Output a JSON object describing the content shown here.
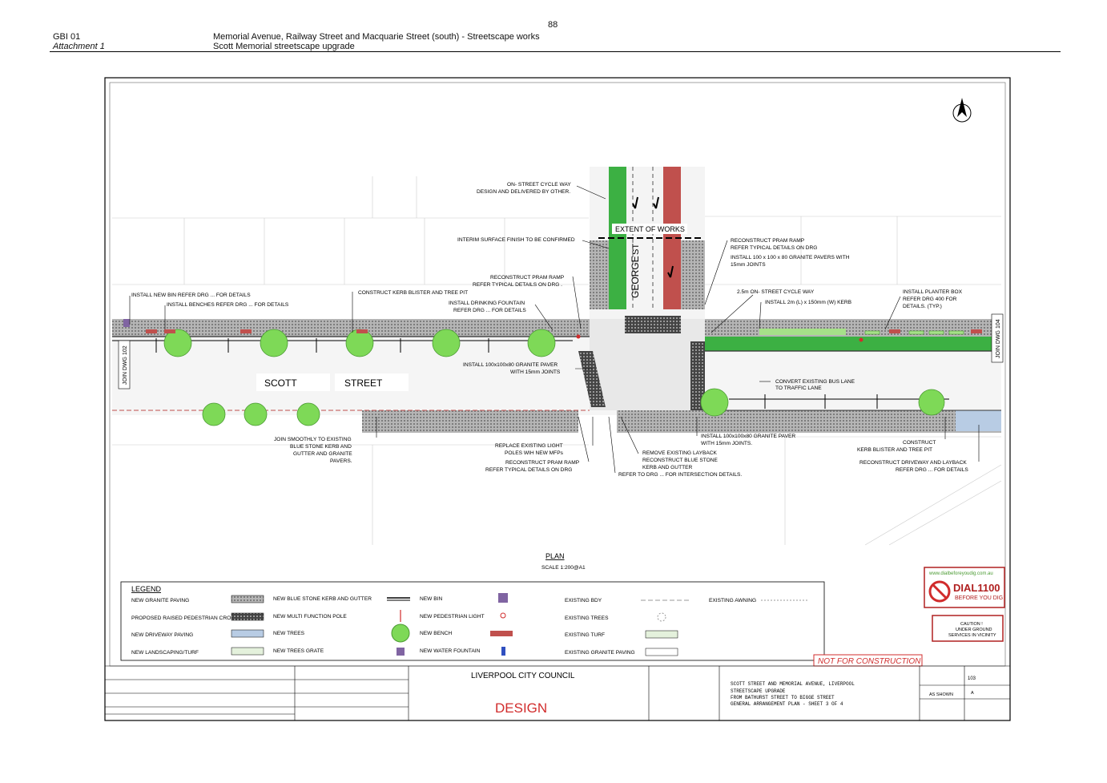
{
  "page_number": "88",
  "header": {
    "code": "GBI 01",
    "attachment": "Attachment 1",
    "title_line1": "Memorial Avenue, Railway Street and Macquarie Street (south) - Streetscape works",
    "title_line2": "Scott Memorial streetscape upgrade"
  },
  "streets": {
    "scott": "SCOTT",
    "street": "STREET",
    "george": "GEORGE",
    "st": "ST"
  },
  "join_left": "JOIN DWG 102",
  "join_right": "JOIN DWG 104",
  "extent": "EXTENT OF WORKS",
  "callouts": {
    "cycle_other_1": "ON- STREET CYCLE WAY",
    "cycle_other_2": "DESIGN AND DELIVERED BY OTHER.",
    "interim": "INTERIM SURFACE FINISH TO BE CONFIRMED",
    "pram_top_1": "RECONSTRUCT PRAM RAMP",
    "pram_top_2": "REFER TYPICAL DETAILS ON DRG",
    "pavers_top_1": "INSTALL 100 x 100 x 80 GRANITE PAVERS WITH",
    "pavers_top_2": "15mm JOINTS",
    "kerb_blister": "CONSTRUCT KERB BLISTER AND TREE PIT",
    "pram_mid_1": "RECONSTRUCT PRAM RAMP",
    "pram_mid_2": "REFER TYPICAL DETAILS ON DRG .",
    "fountain_1": "INSTALL DRINKING FOUNTAIN",
    "fountain_2": "REFER DRG ... FOR DETAILS",
    "bin": "INSTALL NEW BIN REFER DRG ... FOR DETAILS",
    "benches": "INSTALL BENCHES REFER DRG ... FOR DETAILS",
    "cycle_25": "2.5m ON- STREET CYCLE WAY",
    "kerb_2m": "INSTALL 2m (L) x 150mm (W) KERB",
    "planter_1": "INSTALL PLANTER BOX",
    "planter_2": "REFER DRG 400 FOR",
    "planter_3": "DETAILS. (TYP.)",
    "paver_left_1": "INSTALL 100x100x80 GRANITE PAVER",
    "paver_left_2": "WITH 15mm JOINTS",
    "bus_lane_1": "CONVERT EXISTING BUS LANE",
    "bus_lane_2": "TO TRAFFIC LANE",
    "join_smooth_1": "JOIN SMOOTHLY TO EXISTING",
    "join_smooth_2": "BLUE STONE KERB AND",
    "join_smooth_3": "GUTTER AND GRANITE",
    "join_smooth_4": "PAVERS.",
    "light_1": "REPLACE EXISTING LIGHT",
    "light_2": "POLES WIH NEW MFPs",
    "pram_bot_1": "RECONSTRUCT PRAM RAMP",
    "pram_bot_2": "REFER TYPICAL DETAILS ON DRG",
    "layback_1": "REMOVE EXISTING LAYBACK",
    "layback_2": "RECONSTRUCT BLUE STONE",
    "layback_3": "KERB AND GUTTER",
    "intersection": "REFER TO DRG ... FOR INTERSECTION DETAILS.",
    "paver_bot_1": "INSTALL 100x100x80 GRANITE PAVER",
    "paver_bot_2": "WITH 15mm JOINTS.",
    "blister_r_1": "CONSTRUCT",
    "blister_r_2": "KERB BLISTER AND TREE PIT",
    "driveway_1": "RECONSTRUCT DRIVEWAY AND LAYBACK",
    "driveway_2": "REFER DRG ... FOR DETAILS"
  },
  "plan": {
    "title": "PLAN",
    "scale": "SCALE 1:200@A1"
  },
  "legend": {
    "title": "LEGEND",
    "col1": [
      "NEW GRANITE PAVING",
      "PROPOSED RAISED PEDESTRIAN CROSSING",
      "NEW DRIVEWAY PAVING",
      "NEW LANDSCAPING/TURF"
    ],
    "col2": [
      "NEW BLUE STONE KERB AND GUTTER",
      "NEW MULTI FUNCTION POLE",
      "NEW TREES",
      "NEW TREES GRATE"
    ],
    "col3": [
      "NEW BIN",
      "NEW PEDESTRIAN LIGHT",
      "NEW BENCH",
      "NEW WATER FOUNTAIN"
    ],
    "col4": [
      "EXISTING BDY",
      "EXISTING TREES",
      "EXISTING TURF",
      "EXISTING GRANITE PAVING"
    ],
    "col5": [
      "EXISTING AWNING"
    ]
  },
  "dial": {
    "url": "www.dialbeforeyoudig.com.au",
    "number": "DIAL1100",
    "sub": "BEFORE YOU DIG"
  },
  "caution": [
    "CAUTION !",
    "UNDER GROUND",
    "SERVICES IN VICINITY"
  ],
  "not_for_construction": "NOT FOR CONSTRUCTION",
  "title_block": {
    "council": "LIVERPOOL CITY COUNCIL",
    "design": "DESIGN",
    "project_1": "SCOTT STREET AND MEMORIAL AVENUE, LIVERPOOL",
    "project_2": "STREETSCAPE UPGRADE",
    "project_3": "FROM BATHURST STREET TO BIGGE STREET",
    "project_4": "GENERAL ARRANGEMENT PLAN - SHEET 3 OF 4",
    "dwg_no": "103",
    "scale": "AS SHOWN",
    "issue": "A"
  },
  "colors": {
    "green_lane": "#3cb043",
    "red_lane": "#c0504d",
    "tree": "#7ed957",
    "paving": "#8a8a8a",
    "red_text": "#d12c2c"
  }
}
